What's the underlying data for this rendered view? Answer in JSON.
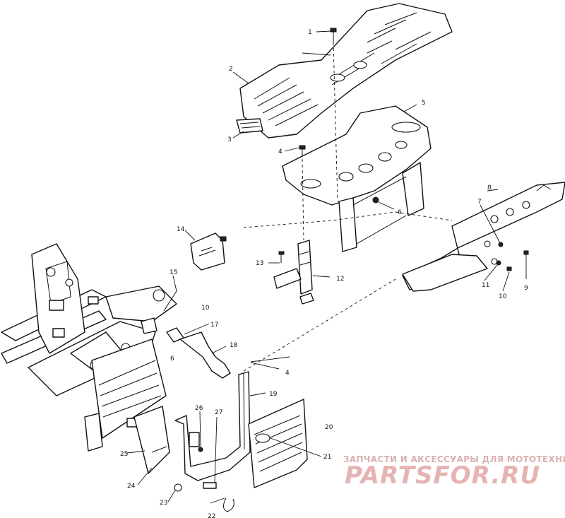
{
  "callouts": {
    "c1": "1",
    "c2": "2",
    "c3": "3",
    "c4a": "4",
    "c5": "5",
    "c6a": "6",
    "c6b": "6",
    "c7": "7",
    "c8": "8",
    "c9": "9",
    "c10a": "10",
    "c10b": "10",
    "c11": "11",
    "c12": "12",
    "c13": "13",
    "c14": "14",
    "c15": "15",
    "c17": "17",
    "c18": "18",
    "c4b": "4",
    "c19": "19",
    "c20": "20",
    "c21": "21",
    "c22": "22",
    "c23": "23",
    "c24": "24",
    "c25": "25",
    "c26": "26",
    "c27": "27"
  },
  "watermark": {
    "tagline": "ЗАПЧАСТИ И АКСЕССУАРЫ ДЛЯ МОТОТЕХНИКИ",
    "brand": "PARTSFOR.RU"
  }
}
